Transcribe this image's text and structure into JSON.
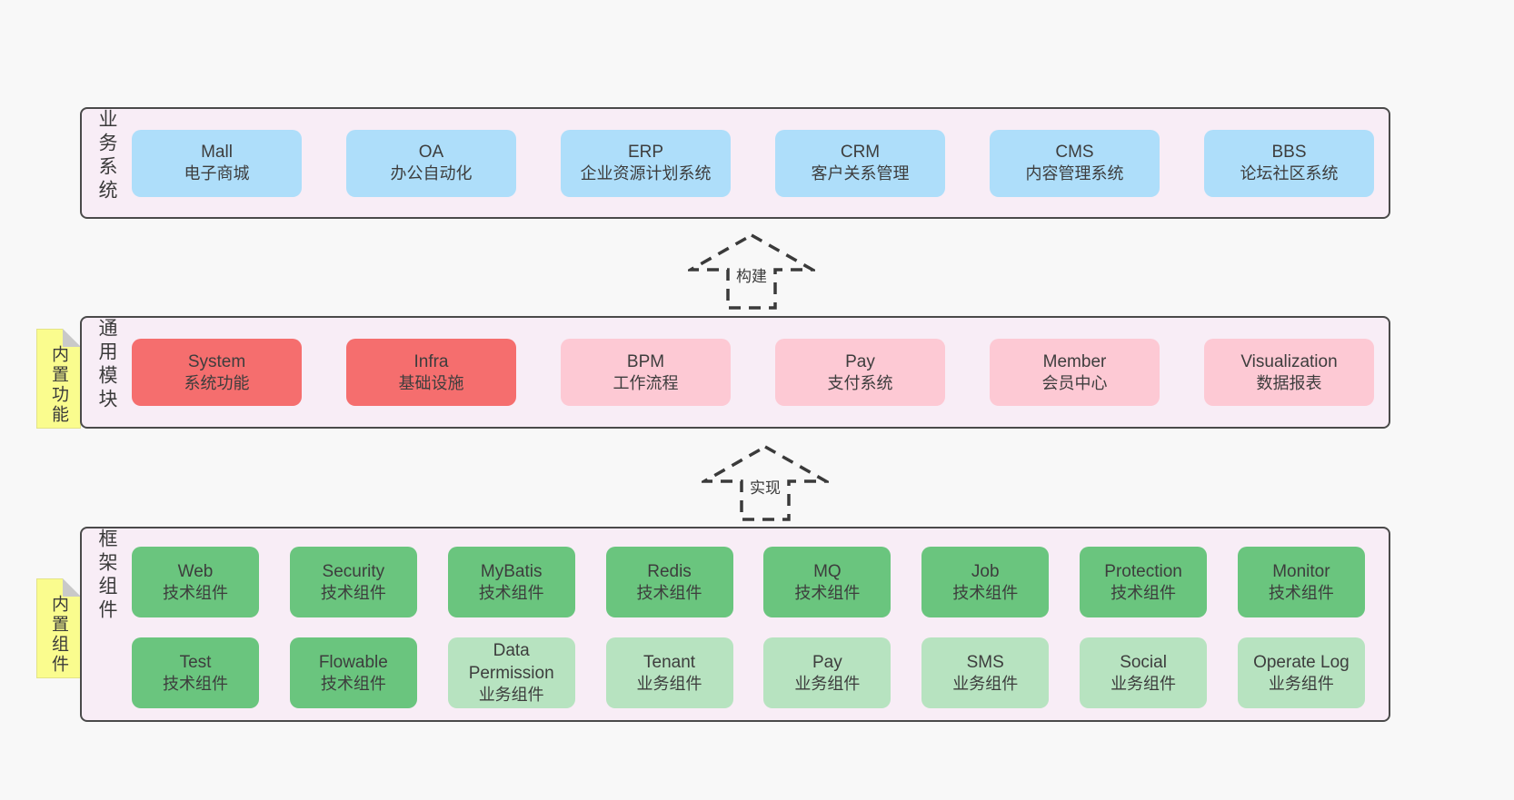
{
  "colors": {
    "page_bg": "#f8f8f8",
    "panel_bg": "#f8edf6",
    "panel_border": "#4a4a4a",
    "blue": "#aedefa",
    "red": "#f56e6e",
    "pink": "#fdc9d4",
    "green": "#6ac57e",
    "light_green": "#b7e3c0",
    "note_yellow": "#fafc8e",
    "note_fold_gray": "#c9c9c9",
    "text": "#3d3d3d"
  },
  "arrows": {
    "build": "构建",
    "implement": "实现"
  },
  "layers": {
    "business": {
      "label": "业务系统",
      "boxes": [
        {
          "title": "Mall",
          "subtitle": "电子商城"
        },
        {
          "title": "OA",
          "subtitle": "办公自动化"
        },
        {
          "title": "ERP",
          "subtitle": "企业资源计划系统"
        },
        {
          "title": "CRM",
          "subtitle": "客户关系管理"
        },
        {
          "title": "CMS",
          "subtitle": "内容管理系统"
        },
        {
          "title": "BBS",
          "subtitle": "论坛社区系统"
        }
      ]
    },
    "modules": {
      "label": "通用模块",
      "note": "内置功能",
      "boxes": [
        {
          "title": "System",
          "subtitle": "系统功能"
        },
        {
          "title": "Infra",
          "subtitle": "基础设施"
        },
        {
          "title": "BPM",
          "subtitle": "工作流程"
        },
        {
          "title": "Pay",
          "subtitle": "支付系统"
        },
        {
          "title": "Member",
          "subtitle": "会员中心"
        },
        {
          "title": "Visualization",
          "subtitle": "数据报表"
        }
      ]
    },
    "components": {
      "label": "框架组件",
      "note": "内置组件",
      "row1": [
        {
          "title": "Web",
          "subtitle": "技术组件"
        },
        {
          "title": "Security",
          "subtitle": "技术组件"
        },
        {
          "title": "MyBatis",
          "subtitle": "技术组件"
        },
        {
          "title": "Redis",
          "subtitle": "技术组件"
        },
        {
          "title": "MQ",
          "subtitle": "技术组件"
        },
        {
          "title": "Job",
          "subtitle": "技术组件"
        },
        {
          "title": "Protection",
          "subtitle": "技术组件"
        },
        {
          "title": "Monitor",
          "subtitle": "技术组件"
        }
      ],
      "row2": [
        {
          "title": "Test",
          "subtitle": "技术组件"
        },
        {
          "title": "Flowable",
          "subtitle": "技术组件"
        },
        {
          "title": "Data Permission",
          "subtitle": "业务组件"
        },
        {
          "title": "Tenant",
          "subtitle": "业务组件"
        },
        {
          "title": "Pay",
          "subtitle": "业务组件"
        },
        {
          "title": "SMS",
          "subtitle": "业务组件"
        },
        {
          "title": "Social",
          "subtitle": "业务组件"
        },
        {
          "title": "Operate Log",
          "subtitle": "业务组件"
        }
      ]
    }
  }
}
